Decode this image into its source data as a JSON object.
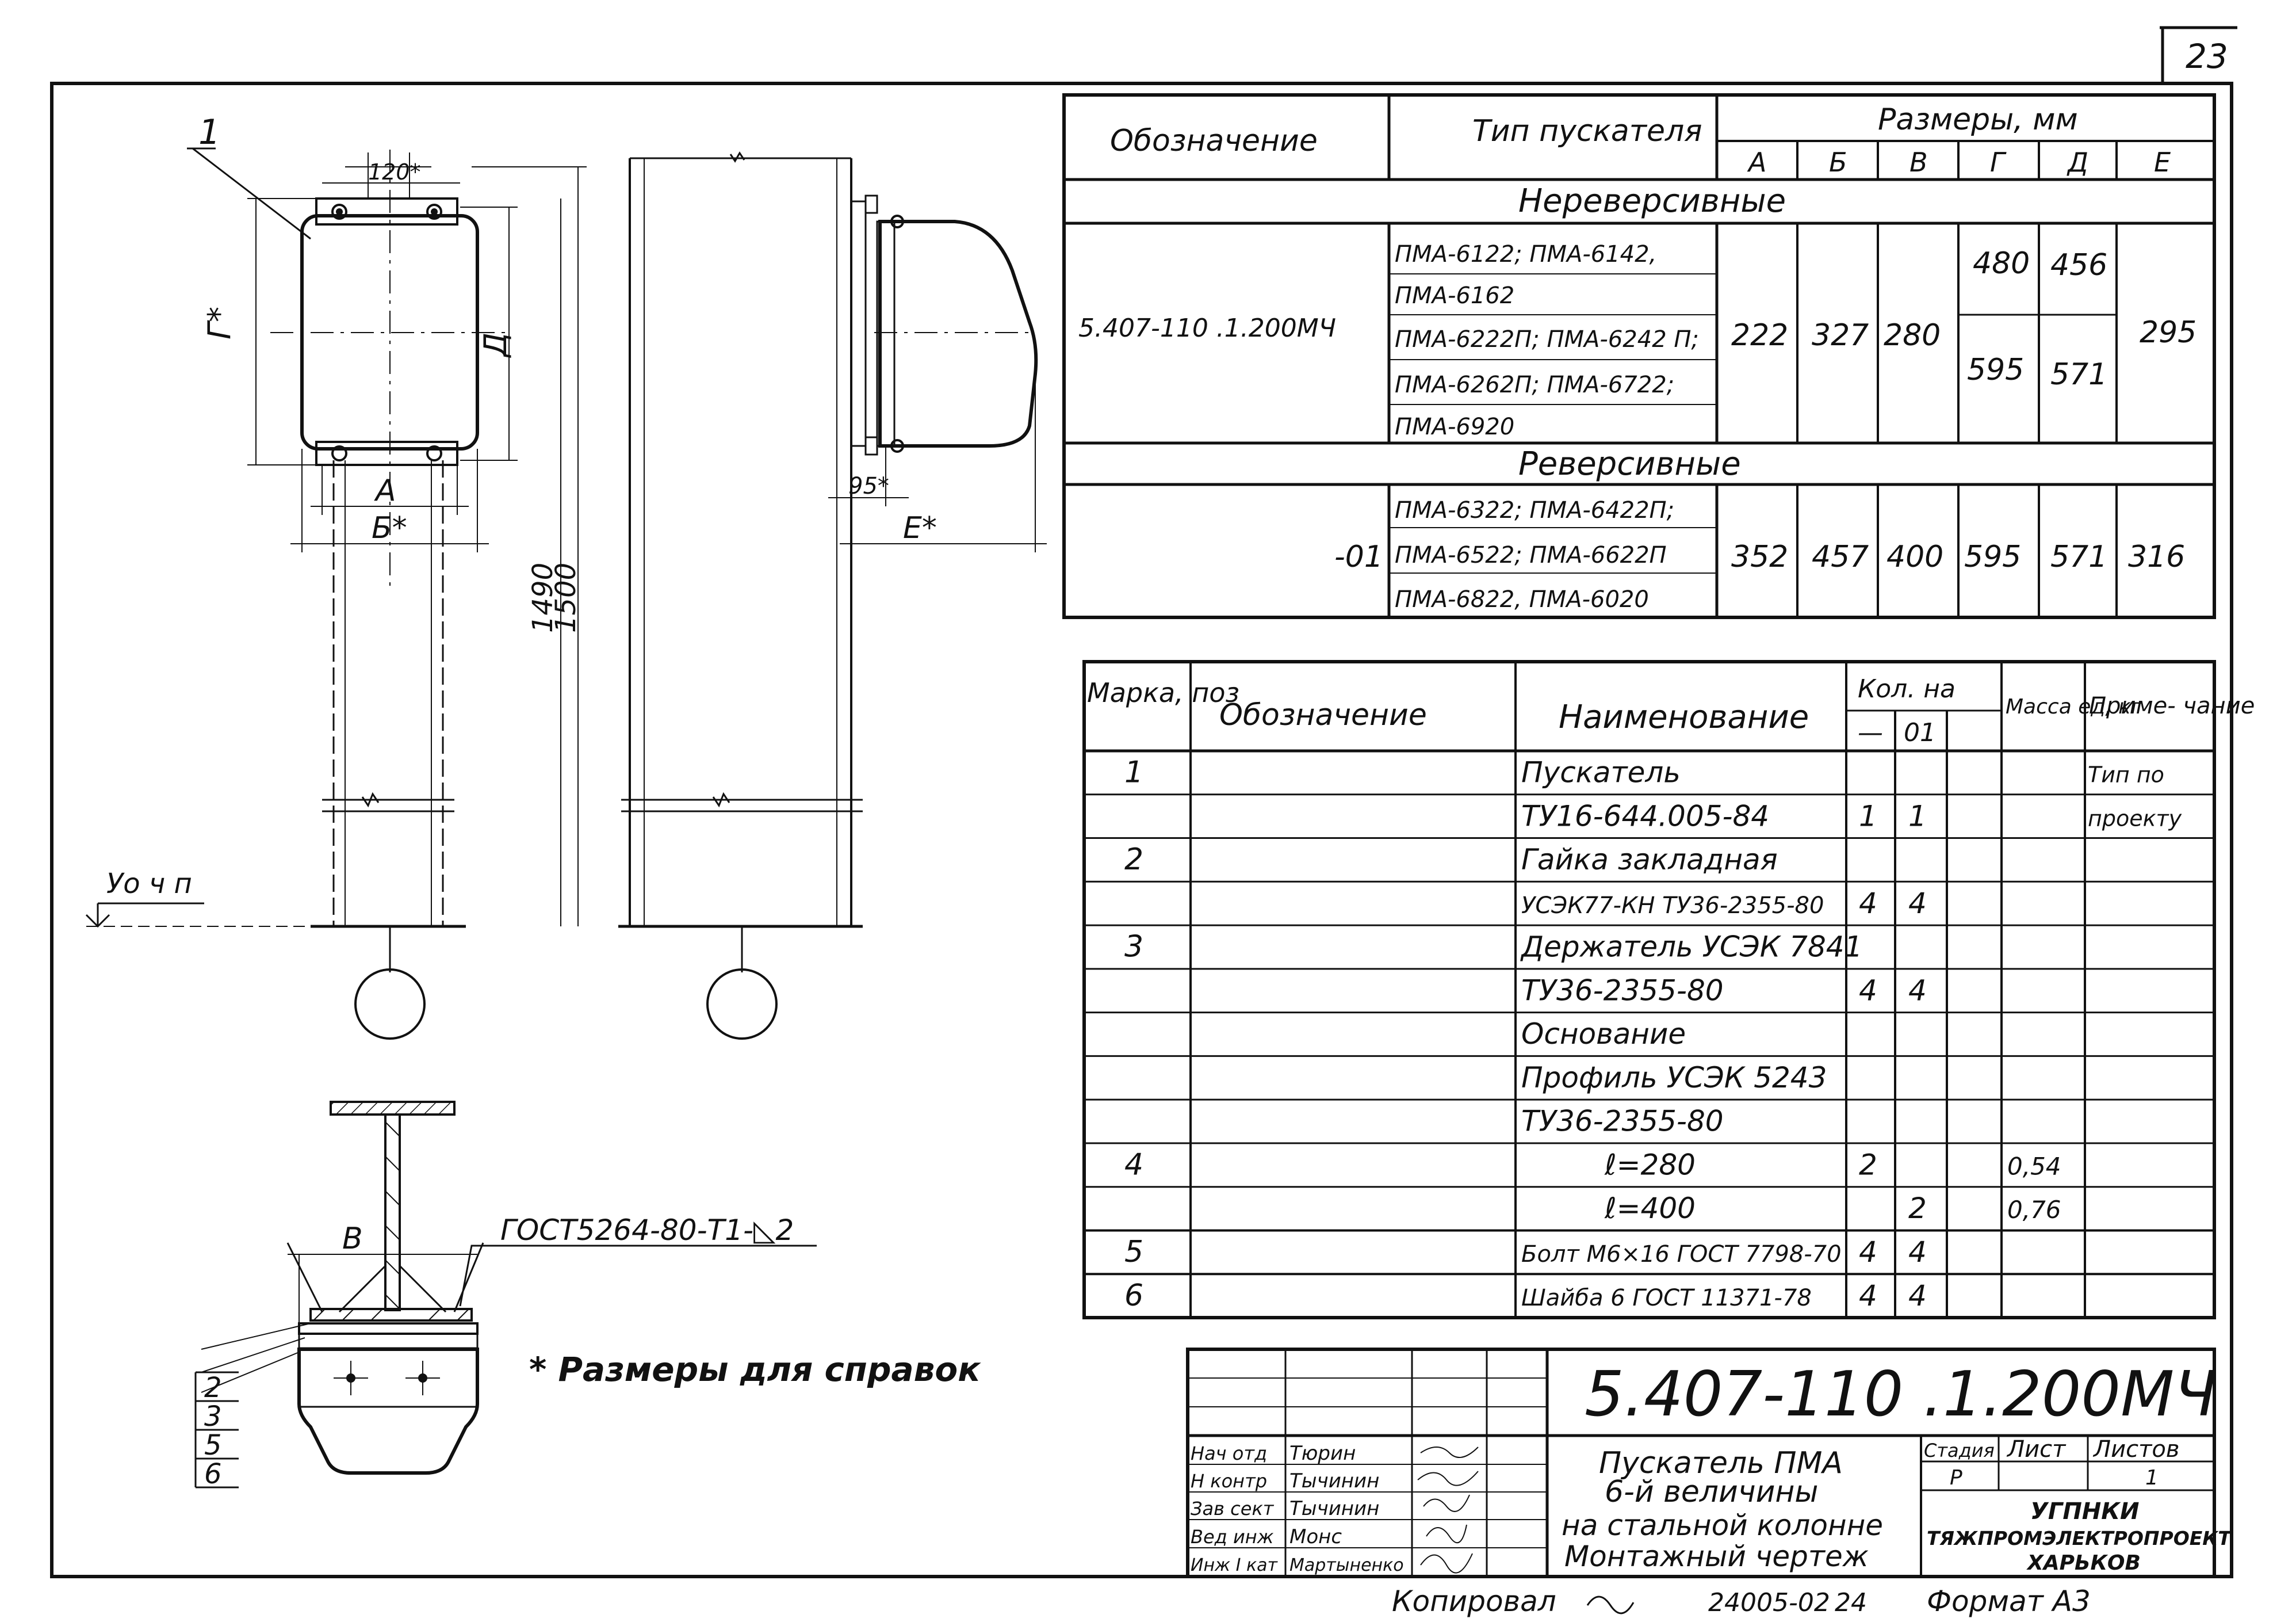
{
  "page_number": "23",
  "drawing": {
    "leader_1": "1",
    "dim_120": "120*",
    "dim_g": "Г*",
    "dim_d": "Д",
    "dim_a": "А",
    "dim_b": "Б*",
    "dim_1490": "1490",
    "dim_1500": "1500",
    "dim_95": "95*",
    "dim_e": "Е*",
    "floor_level": "Уо ч п",
    "dim_v": "В",
    "gost_weld": "ГОСТ5264-80-Т1-◺2",
    "callouts": [
      "2",
      "3",
      "5",
      "6"
    ],
    "note": "* Размеры для справок"
  },
  "size_table": {
    "headers": {
      "designation": "Обозначение",
      "type": "Тип пускателя",
      "sizes": "Размеры, мм",
      "cols": [
        "А",
        "Б",
        "В",
        "Г",
        "Д",
        "Е"
      ]
    },
    "section_nonrev": "Нереверсивные",
    "nonrev": {
      "designation": "5.407-110 .1.200МЧ",
      "types": [
        "ПМА-6122; ПМА-6142,",
        "ПМА-6162",
        "ПМА-6222П; ПМА-6242 П;",
        "ПМА-6262П; ПМА-6722;",
        "ПМА-6920"
      ],
      "A": "222",
      "B": "327",
      "V": "280",
      "G1": "480",
      "D1": "456",
      "G2": "595",
      "D2": "571",
      "E": "295"
    },
    "section_rev": "Реверсивные",
    "rev": {
      "designation": "-01",
      "types": [
        "ПМА-6322; ПМА-6422П;",
        "ПМА-6522; ПМА-6622П",
        "ПМА-6822, ПМА-6020"
      ],
      "A": "352",
      "B": "457",
      "V": "400",
      "G": "595",
      "D": "571",
      "E": "316"
    }
  },
  "spec_table": {
    "headers": {
      "mark": "Марка, поз",
      "designation": "Обозначение",
      "name": "Наименование",
      "qty": "Кол. на",
      "qty_dash": "—",
      "qty_01": "01",
      "mass": "Масса ед, кг",
      "note": "Приме- чание"
    },
    "rows": [
      {
        "pos": "1",
        "name": "Пускатель",
        "q1": "",
        "q2": "",
        "mass": "",
        "note": "Тип по"
      },
      {
        "pos": "",
        "name": "ТУ16-644.005-84",
        "q1": "1",
        "q2": "1",
        "mass": "",
        "note": "проекту"
      },
      {
        "pos": "2",
        "name": "Гайка закладная",
        "q1": "",
        "q2": "",
        "mass": "",
        "note": ""
      },
      {
        "pos": "",
        "name": "УСЭК77-КН ТУ36-2355-80",
        "q1": "4",
        "q2": "4",
        "mass": "",
        "note": ""
      },
      {
        "pos": "3",
        "name": "Держатель УСЭК 7841",
        "q1": "",
        "q2": "",
        "mass": "",
        "note": ""
      },
      {
        "pos": "",
        "name": "ТУ36-2355-80",
        "q1": "4",
        "q2": "4",
        "mass": "",
        "note": ""
      },
      {
        "pos": "",
        "name": "Основание",
        "q1": "",
        "q2": "",
        "mass": "",
        "note": ""
      },
      {
        "pos": "",
        "name": "Профиль УСЭК 5243",
        "q1": "",
        "q2": "",
        "mass": "",
        "note": ""
      },
      {
        "pos": "",
        "name": "ТУ36-2355-80",
        "q1": "",
        "q2": "",
        "mass": "",
        "note": ""
      },
      {
        "pos": "4",
        "name": "ℓ=280",
        "q1": "2",
        "q2": "",
        "mass": "0,54",
        "note": ""
      },
      {
        "pos": "",
        "name": "ℓ=400",
        "q1": "",
        "q2": "2",
        "mass": "0,76",
        "note": ""
      },
      {
        "pos": "5",
        "name": "Болт М6×16 ГОСТ 7798-70",
        "q1": "4",
        "q2": "4",
        "mass": "",
        "note": ""
      },
      {
        "pos": "6",
        "name": "Шайба 6 ГОСТ 11371-78",
        "q1": "4",
        "q2": "4",
        "mass": "",
        "note": ""
      }
    ]
  },
  "title_block": {
    "code": "5.407-110 .1.200МЧ",
    "roles": [
      "Нач отд",
      "Н контр",
      "Зав сект",
      "Вед инж",
      "Инж I кат"
    ],
    "names": [
      "Тюрин",
      "Тычинин",
      "Тычинин",
      "Монс",
      "Мартыненко"
    ],
    "title_lines": [
      "Пускатель ПМА",
      "6-й величины",
      "на стальной колонне",
      "Монтажный чертеж"
    ],
    "stage_label": "Стадия",
    "sheet_label": "Лист",
    "sheets_label": "Листов",
    "stage_value": "Р",
    "sheet_value": "",
    "sheets_value": "1",
    "org_lines": [
      "УГПНКИ",
      "ТЯЖПРОМЭЛЕКТРОПРОЕКТ",
      "ХАРЬКОВ"
    ]
  },
  "footer": {
    "copied": "Копировал",
    "order": "24005-02",
    "page": "24",
    "format": "Формат А3"
  }
}
